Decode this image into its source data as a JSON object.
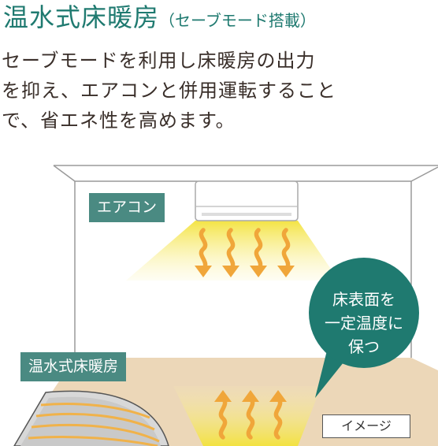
{
  "title": {
    "main": "温水式床暖房",
    "sub": "（セーブモード搭載）"
  },
  "description": {
    "lines": [
      "セーブモードを利用し床暖房の出力",
      "を抑え、エアコンと併用運転すること",
      "で、省エネ性を高めます。"
    ]
  },
  "diagram": {
    "aircon_label": "エアコン",
    "floor_heating_label": "温水式床暖房",
    "callout": [
      "床表面を",
      "一定温度に",
      "保つ"
    ],
    "image_note": "イメージ",
    "colors": {
      "teal": "#1f7a70",
      "label_bg": "#4a8a82",
      "arrow": "#f0a63a",
      "floor": "#ecd7b8"
    }
  }
}
